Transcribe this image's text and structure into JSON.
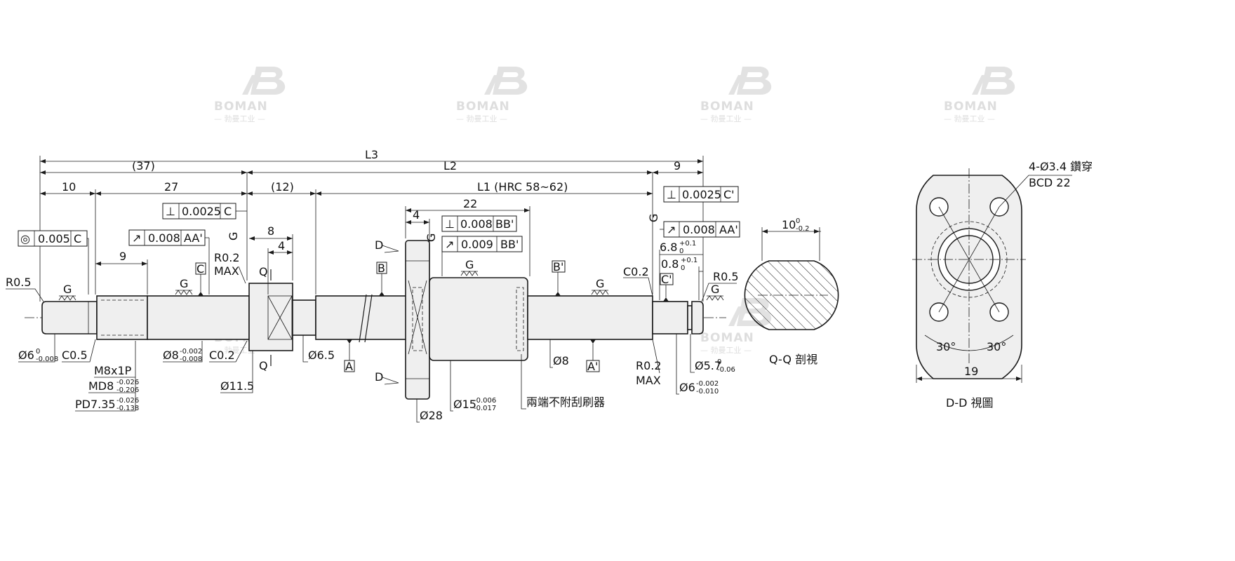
{
  "watermark": {
    "brand": "BOMAN",
    "sub": "— 勃曼工业 —"
  },
  "dims": {
    "L3": "L3",
    "p37": "(37)",
    "L2": "L2",
    "nine_right": "9",
    "ten": "10",
    "twentyseven": "27",
    "p12": "(12)",
    "L1": "L1 (HRC 58~62)",
    "nine_left": "9",
    "eight": "8",
    "four_a": "4",
    "four_b": "4",
    "twentytwo": "22",
    "r05_left": "R0.5",
    "r02_max_a": "R0.2",
    "max_a": "MAX",
    "c02_top": "C0.2",
    "r05_right": "R0.5",
    "q_top": "Q",
    "q_bot": "Q",
    "d_top": "D",
    "d_bot": "D",
    "c05": "C0.5",
    "m8": "M8x1P",
    "md8": "MD8",
    "md8_up": "-0.026",
    "md8_dn": "-0.206",
    "pd735": "PD7.35",
    "pd_up": "-0.026",
    "pd_dn": "-0.138",
    "d6_left": "Ø6",
    "d6_up": "0",
    "d6_dn": "-0.008",
    "d8_a": "Ø8",
    "d8_up": "-0.002",
    "d8_dn": "-0.008",
    "c02_bot": "C0.2",
    "d115": "Ø11.5",
    "d65": "Ø6.5",
    "d28": "Ø28",
    "d15": "Ø15",
    "d15_up": "-0.006",
    "d15_dn": "-0.017",
    "d8_b": "Ø8",
    "r02_b": "R0.2",
    "max_b": "MAX",
    "d57": "Ø5.7",
    "d57_up": "0",
    "d57_dn": "-0.06",
    "d6_right": "Ø6",
    "d6r_up": "-0.002",
    "d6r_dn": "-0.010",
    "note_wiper": "兩端不附刮刷器",
    "six8": "6.8",
    "six8_up": "+0.1",
    "six8_dn": "0",
    "zero8": "0.8",
    "zero8_up": "+0.1",
    "zero8_dn": "0",
    "g": "G"
  },
  "datums": {
    "A": "A",
    "Ap": "A'",
    "B": "B",
    "Bp": "B'",
    "C": "C",
    "Cp": "C'"
  },
  "tolerances": {
    "conc": {
      "sym": "◎",
      "val": "0.005",
      "ref": "C"
    },
    "perp_left": {
      "sym": "⊥",
      "val": "0.0025",
      "ref": "C"
    },
    "run_left": {
      "sym": "↗",
      "val": "0.008",
      "ref": "AA'"
    },
    "perp_nut": {
      "sym": "⊥",
      "val": "0.008",
      "ref": "BB'"
    },
    "run_nut": {
      "sym": "↗",
      "val": "0.009",
      "ref": "BB'"
    },
    "perp_right": {
      "sym": "⊥",
      "val": "0.0025",
      "ref": "C'"
    },
    "run_right": {
      "sym": "↗",
      "val": "0.008",
      "ref": "AA'"
    }
  },
  "section_qq": {
    "dim": "10",
    "up": "0",
    "dn": "-0.2",
    "label": "Q-Q 剖視"
  },
  "section_dd": {
    "holes": "4-Ø3.4 鑽穿",
    "bcd": "BCD 22",
    "ang_l": "30°",
    "ang_r": "30°",
    "width": "19",
    "label": "D-D 視圖"
  },
  "colors": {
    "line": "#1a1a1a",
    "fill": "#efefef",
    "watermark": "#8a8a8a"
  }
}
